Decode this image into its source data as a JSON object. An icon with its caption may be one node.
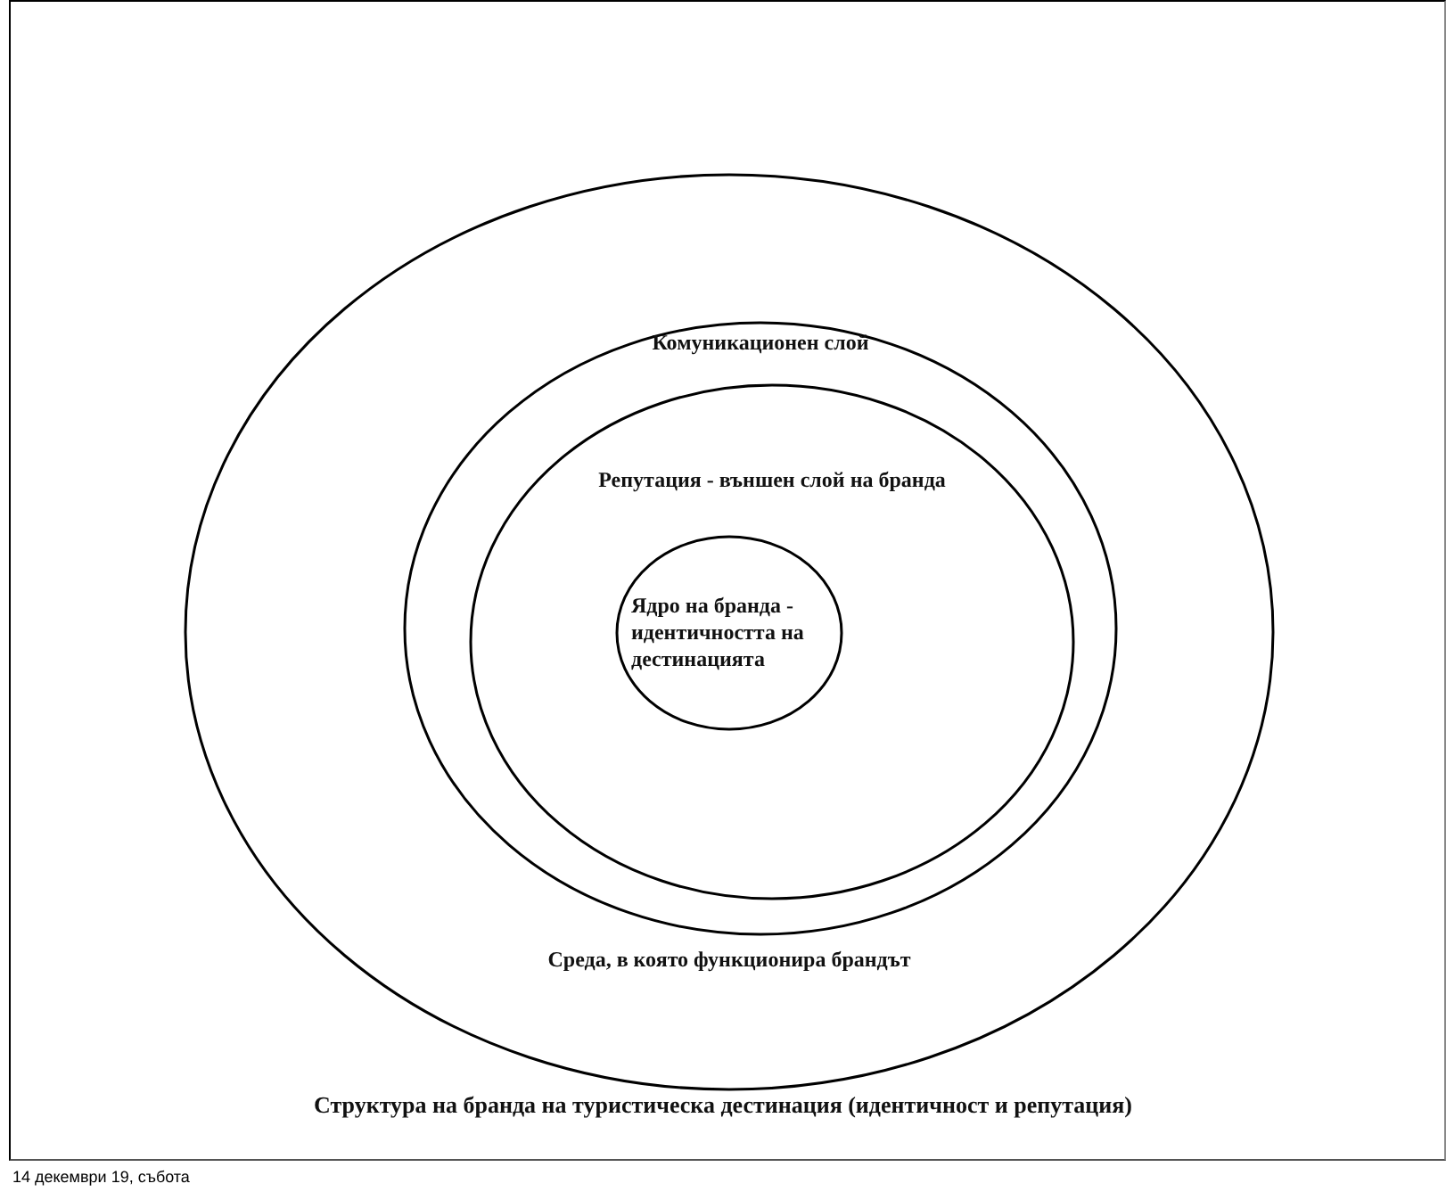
{
  "diagram": {
    "caption": "Структура на бранда на туристическа дестинация (идентичност и репутация)",
    "nodes": [
      {
        "text": [
          "Среда, в която функционира брандът"
        ]
      },
      {
        "text": [
          "Комуникационен слой"
        ],
        "in": 0
      },
      {
        "text": [
          "Репутация - външен слой на бранда"
        ],
        "in": 1
      },
      {
        "text": [
          "Ядро на бранда - идентичността на дестинацията"
        ],
        "in": 2
      }
    ],
    "labels": [
      "14 декември 19, събота"
    ]
  }
}
